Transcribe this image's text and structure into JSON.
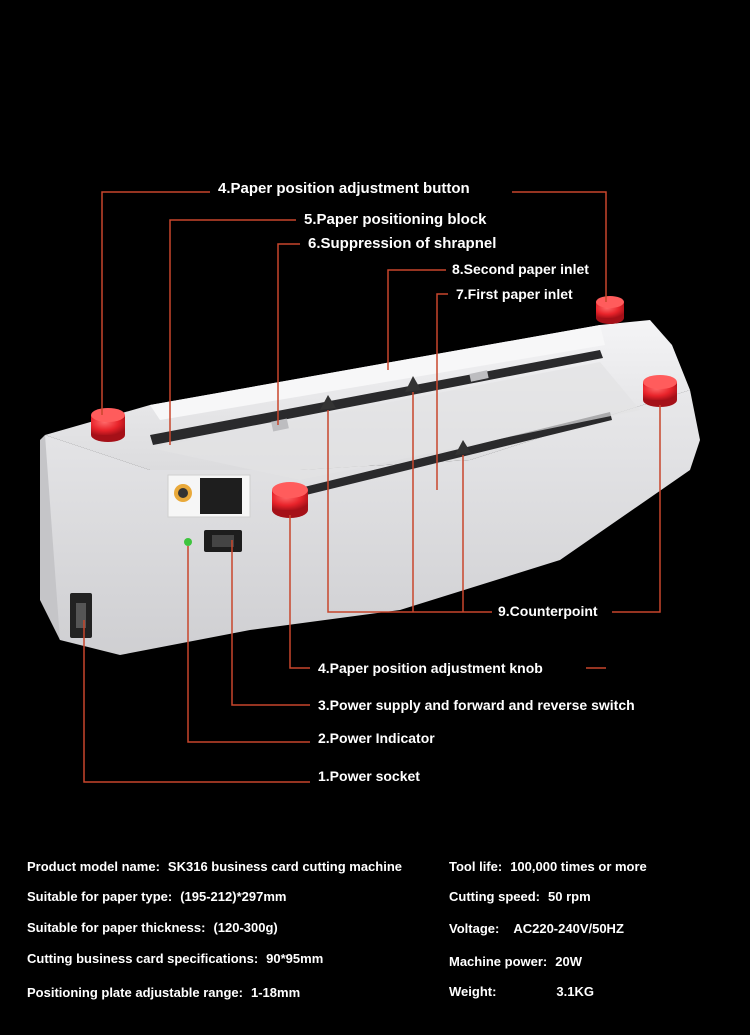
{
  "colors": {
    "background": "#000000",
    "leader_line": "#c8462c",
    "text": "#ffffff",
    "knob": "#e8232a",
    "machine": "#e9e8ea"
  },
  "callouts": {
    "c4a": "4.Paper position adjustment button",
    "c5": "5.Paper positioning block",
    "c6": "6.Suppression of shrapnel",
    "c8": "8.Second paper inlet",
    "c7": "7.First paper inlet",
    "c9": "9.Counterpoint",
    "c4b": "4.Paper position adjustment knob",
    "c3": "3.Power supply and forward and reverse switch",
    "c2": "2.Power Indicator",
    "c1": "1.Power socket"
  },
  "specs": {
    "model_label": "Product model name:",
    "model_value": "SK316 business card cutting machine",
    "paper_type_label": "Suitable for paper type:",
    "paper_type_value": "(195-212)*297mm",
    "thickness_label": "Suitable for paper thickness:",
    "thickness_value": "(120-300g)",
    "card_spec_label": "Cutting business card specifications:",
    "card_spec_value": "90*95mm",
    "range_label": "Positioning plate adjustable range:",
    "range_value": "1-18mm",
    "tool_life_label": "Tool life:",
    "tool_life_value": "100,000 times or more",
    "speed_label": "Cutting speed:",
    "speed_value": "50 rpm",
    "voltage_label": "Voltage:",
    "voltage_value": "AC220-240V/50HZ",
    "power_label": "Machine power:",
    "power_value": "20W",
    "weight_label": "Weight:",
    "weight_value": "3.1KG"
  }
}
